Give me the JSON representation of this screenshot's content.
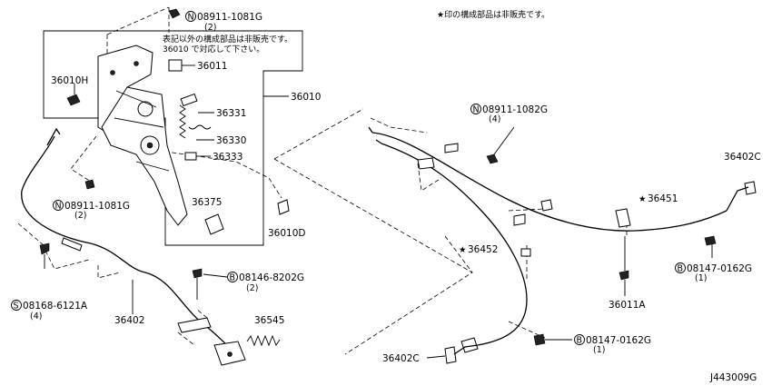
{
  "diagram": {
    "note_top_right": "★印の構成部品は非販売です。",
    "note_box_line1": "表記以外の構成部品は非販売です。",
    "note_box_line2": "36010 で対応して下さい。",
    "drawing_id": "J443009G",
    "labels": {
      "p08911_1081G_top": "08911-1081G",
      "p08911_1081G_top_qty": "(2)",
      "p36011": "36011",
      "p36010H": "36010H",
      "p36010": "36010",
      "p36331": "36331",
      "p36330": "36330",
      "p36333": "36333",
      "p36375": "36375",
      "p36010D": "36010D",
      "p08911_1081G_mid": "08911-1081G",
      "p08911_1081G_mid_qty": "(2)",
      "p08168_6121A": "08168-6121A",
      "p08168_6121A_qty": "(4)",
      "p36402": "36402",
      "p08146_8202G": "08146-8202G",
      "p08146_8202G_qty": "(2)",
      "p36545": "36545",
      "p08911_1082G": "08911-1082G",
      "p08911_1082G_qty": "(4)",
      "p36402C_right": "36402C",
      "p36451": "36451",
      "p36452": "36452",
      "p08147_0162G_right": "08147-0162G",
      "p08147_0162G_right_qty": "(1)",
      "p36011A": "36011A",
      "p08147_0162G_bottom": "08147-0162G",
      "p08147_0162G_bottom_qty": "(1)",
      "p36402C_bottom": "36402C"
    },
    "prefix_N": "N",
    "prefix_B": "B",
    "prefix_S": "S",
    "star": "★"
  }
}
